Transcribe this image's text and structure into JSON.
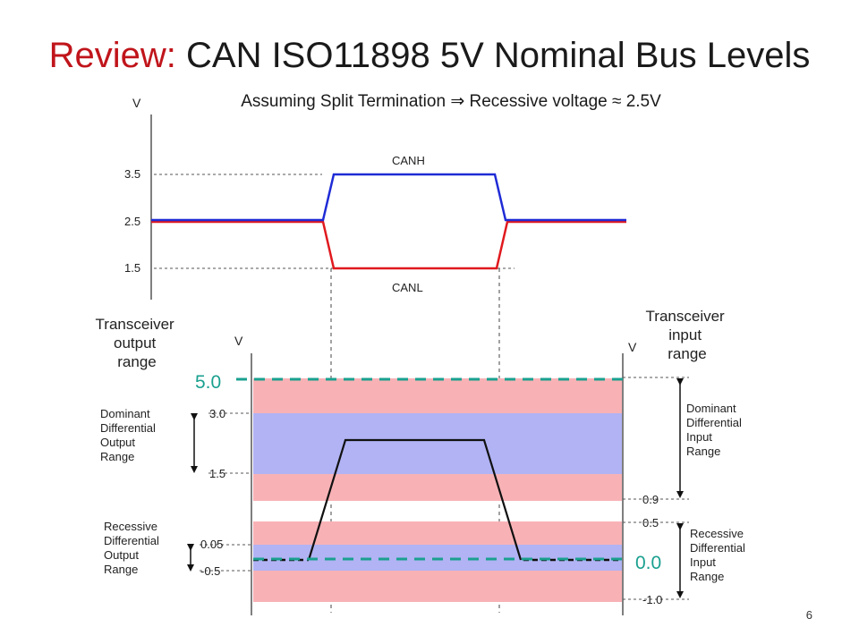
{
  "title": {
    "prefix": "Review:",
    "main": "CAN ISO11898 5V Nominal Bus Levels"
  },
  "subtitle": {
    "before": "Assuming Split Termination ",
    "arrow": "⇒",
    "after": " Recessive voltage ≈ 2.5V"
  },
  "page_number": "6",
  "top_chart": {
    "axis_label": "V",
    "ticks": [
      {
        "label": "3.5",
        "value": 3.5
      },
      {
        "label": "2.5",
        "value": 2.5
      },
      {
        "label": "1.5",
        "value": 1.5
      }
    ],
    "canh_label": "CANH",
    "canl_label": "CANL",
    "colors": {
      "canh": "#1f2bd6",
      "canl": "#e0191e",
      "guide": "#444444"
    }
  },
  "bottom_chart": {
    "left_header": [
      "Transceiver",
      "output",
      "range"
    ],
    "right_header": [
      "Transceiver",
      "input",
      "range"
    ],
    "left_axis_label": "V",
    "right_axis_label": "V",
    "marker_top": "5.0",
    "marker_bottom": "0.0",
    "left_ticks": [
      "3.0",
      "1.5",
      "0.05",
      "-0.5"
    ],
    "right_ticks": [
      "0.9",
      "0.5",
      "-1.0"
    ],
    "dominant_output": [
      "Dominant",
      "Differential",
      "Output",
      "Range"
    ],
    "recessive_output": [
      "Recessive",
      "Differential",
      "Output",
      "Range"
    ],
    "dominant_input": [
      "Dominant",
      "Differential",
      "Input",
      "Range"
    ],
    "recessive_input": [
      "Recessive",
      "Differential",
      "Input",
      "Range"
    ],
    "colors": {
      "pink": "#f8b2b6",
      "blue": "#b1b3f4",
      "teal": "#1aa08f",
      "signal": "#111111"
    }
  }
}
